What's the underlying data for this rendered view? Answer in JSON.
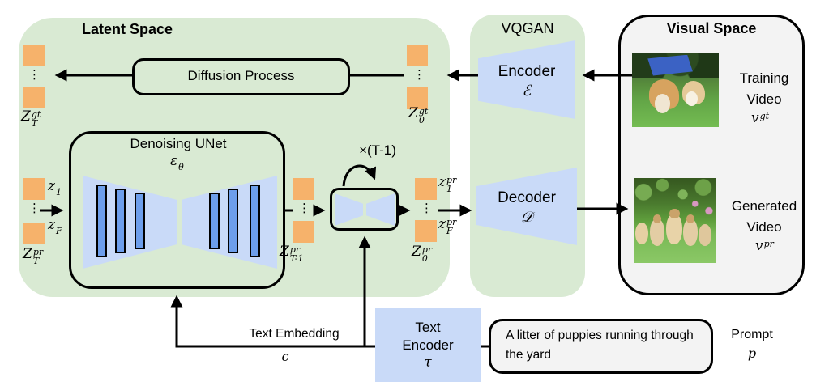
{
  "colors": {
    "panel_green": "#d9ead3",
    "panel_gray": "#f3f3f3",
    "token_orange": "#f6b26b",
    "trapezoid_blue": "#c9daf8",
    "bar_blue": "#6d9eeb",
    "line_black": "#000000"
  },
  "latent_space": {
    "title": "Latent Space",
    "diffusion_process": {
      "label": "Diffusion Process"
    },
    "unet": {
      "title": "Denoising UNet",
      "symbol": {
        "base": "ε",
        "sub": "θ",
        "sup": ""
      }
    },
    "loop_label": "×(T-1)",
    "dots": "⋮",
    "tokens": {
      "zt_gt": {
        "base": "Z",
        "sup": "gt",
        "sub": "T"
      },
      "z0_gt": {
        "base": "Z",
        "sup": "gt",
        "sub": "0"
      },
      "z1": {
        "base": "z",
        "sup": "",
        "sub": "1"
      },
      "zF": {
        "base": "z",
        "sup": "",
        "sub": "F"
      },
      "zt_pr": {
        "base": "Z",
        "sup": "pr",
        "sub": "T"
      },
      "ztm1_pr": {
        "base": "Z",
        "sup": "pr",
        "sub": "T-1"
      },
      "z1_pr": {
        "base": "z",
        "sup": "pr",
        "sub": "1"
      },
      "zF_pr": {
        "base": "z",
        "sup": "pr",
        "sub": "F"
      },
      "z0_pr": {
        "base": "Z",
        "sup": "pr",
        "sub": "0"
      }
    }
  },
  "vqgan": {
    "title": "VQGAN",
    "encoder": {
      "label": "Encoder",
      "symbol": "ℰ"
    },
    "decoder": {
      "label": "Decoder",
      "symbol": "𝒟"
    }
  },
  "visual_space": {
    "title": "Visual Space",
    "training": {
      "label": "Training Video",
      "symbol": {
        "base": "v",
        "sup": "gt",
        "sub": ""
      }
    },
    "generated": {
      "label": "Generated Video",
      "symbol": {
        "base": "v",
        "sup": "pr",
        "sub": ""
      }
    }
  },
  "text_encoder": {
    "label": "Text Encoder",
    "symbol": "τ"
  },
  "embedding": {
    "label": "Text Embedding",
    "symbol": "c"
  },
  "prompt": {
    "text": "A litter of puppies running through the yard",
    "label": "Prompt",
    "symbol": "p"
  }
}
